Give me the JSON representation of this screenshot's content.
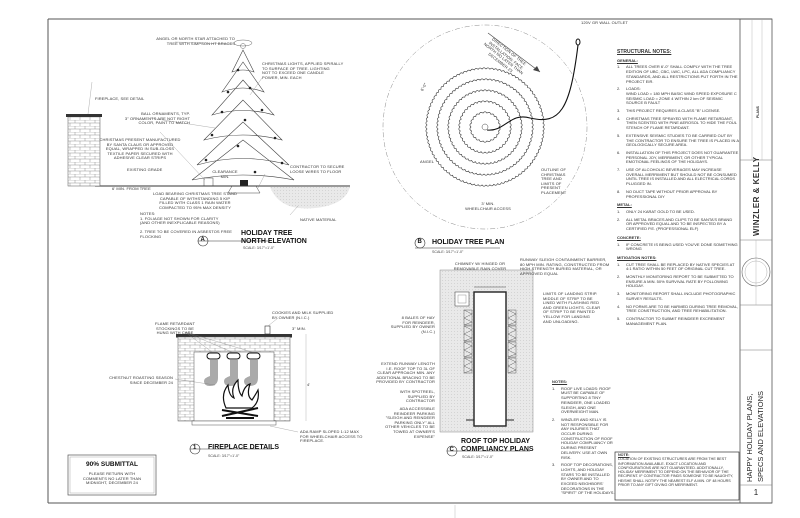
{
  "structural_notes": {
    "title": "STRUCTURAL NOTES:",
    "general_heading": "GENERAL:",
    "general": [
      "ALL TREES OVER 6'-0\" SHALL COMPLY WITH THE TREE EDITION OF UBC, CBC, LWC, LPC, ALL ADA COMPLIANCY STANDARDS, AND ALL RESTRICTIONS PUT FORTH IN THE PROJECT EIR.",
      "LOADS:\n  WIND LOAD = 180 MPH BASIC WIND SPEED EXPOSURE C\n  SEISMIC LOAD = ZONE 4 WITHIN 2 km OF SEISMIC SOURCE B FAULT",
      "THIS PROJECT REQUIRES A CLASS \"B\" LICENSE.",
      "CHRISTMAS TREE SPRAYED WITH FLAME RETARDANT, THEN SCENTED WITH PINE AEROSOL TO HIDE THE FOUL STENCH OF FLAME RETARDANT.",
      "EXTENSIVE SEISMIC STUDIES TO BE CARRIED OUT BY THE CONTRACTOR TO ENSURE THE TREE IS PLACED IN A GEOLOGICALLY SECURE AREA.",
      "INSTALLATION OF THIS PROJECT DOES NOT GUARANTEE PERSONAL JOY, MERRIMENT, OR OTHER TYPICAL EMOTIONAL FEELINGS OF THE HOLIDAYS.",
      "USE OF ALCOHOLIC BEVERAGES MAY INCREASE OVERALL MERRIMENT BUT SHOULD NOT BE CONSUMED UNTIL TREE IS INSTALLED AND ALL ELECTRICAL CORDS PLUGGED IN.",
      "NO DUCT TAPE WITHOUT PRIOR APPROVAL BY PROFESSIONAL DIY"
    ],
    "metal_heading": "METAL:",
    "metal": [
      "ONLY 24 KARAT GOLD TO BE USED.",
      "ALL METAL BRACES AND CLIPS TO BE SANTA'S BRAND OR APPROVED EQUAL AND TO BE INSPECTED BY A CERTIFIED P.E. (PROFESSIONAL ELF)"
    ],
    "concrete_heading": "CONCRETE:",
    "concrete": [
      "IF CONCRETE IS BEING USED YOU'VE DONE SOMETHING WRONG"
    ],
    "mitigation_heading": "MITIGATION NOTES:",
    "mitigation": [
      "CUT TREE SHALL BE REPLACED BY NATIVE SPECIES AT 4:1 RATIO WITHIN 50 FEET OF ORIGINAL CUT TREE.",
      "MONTHLY MONITORING REPORT TO BE SUBMITTED TO ENSURE A MIN. 50% SURVIVAL RATE BY FOLLOWING HOLIDAY.",
      "MONITORING REPORT SHALL INCLUDE PHOTOGRAPHIC SURVEY RESULTS.",
      "NO FORMS ARE TO BE HARMED DURING TREE REMOVAL, TREE CONSTRUCTION, AND TREE REHABILITATION.",
      "CONTRACTOR TO SUBMIT REINDEER EXCREMENT MANAGEMENT PLAN."
    ]
  },
  "box_note": {
    "heading": "NOTE:",
    "text": "LOCATION OF EXISTING STRUCTURES ARE FROM THE BEST INFORMATION AVAILABLE. EXACT LOCATION AND CONFIGURATIONS ARE NOT GUARANTEED. ADDITIONALLY, HOLIDAY MERRIMENT TO DEPEND ON THE BEHAVIOR OF THE RECIPIENT. IF CONTRACTOR FINDS SOMEONE TO BE NAUGHTY, HE/SHE SHALL NOTIFY THE NEAREST ELF A MIN. OF 48 HOURS PRIOR TO ANY GIFT GIVING OR MERRIMENT."
  },
  "roof_notes": {
    "heading": "NOTES:",
    "items": [
      "ROOF LIVE LOADS: ROOF MUST BE CAPABLE OF SUPPORTING 8 TINY REINDEER, ONE LOADED SLEIGH, AND ONE OVERWEIGHT MAN.",
      "WINZLER AND KELLY IS NOT RESPONSIBLE FOR ANY INJURIES THAT OCCUR DURING CONSTRUCTION OF ROOF HOLIDAY COMPLIANCY OR DURING PRESENT DELIVERY. USE AT OWN RISK.",
      "ROOF TOP DECORATIONS, LIGHTS, AND HOLIDAY STARS TO BE INSTALLED BY OWNER AND TO EXCEED NEIGHBORS' DECORATIONS IN THE \"SPIRIT\" OF THE HOLIDAYS."
    ]
  },
  "elevation": {
    "marker": "A",
    "title": "HOLIDAY TREE\nNORTH ELEVATION",
    "scale": "SCALE: 3/17\"=1'-0\"",
    "labels": {
      "angel": "ANGEL OR NORTH STAR ATTACHED TO\nTREE WITH SIMPSON HT BRACES",
      "lights": "CHRISTMAS LIGHTS, APPLIED SPIRALLY\nTO SURFACE OF TREE. LIGHTING\nNOT TO EXCEED ONE CANDLE\nPOWER, MIN. EACH",
      "fireplace": "FIREPLACE, SEE DETAIL",
      "ornaments": "BALL ORNAMENTS, TYP.\n3\" ORNAMENTS ARE NOT RIGHT\nCOLOR, PAINT TO MATCH",
      "present": "CHRISTMAS PRESENT MANUFACTURED\nBY SANTA CLAUS OR APPROVED\nEQUAL, WRAPPED IN SUB-GLOSS\nTEXTILE PAPER SECURED WITH\nADHESIVE CLEAR STRIPS",
      "grade": "EXISTING GRADE",
      "clearance": "CLEARANCE\nMIN.",
      "wires": "CONTRACTOR TO SECURE\nLOOSE WIRES TO FLOOR",
      "distance": "6' MIN. FROM TREE",
      "stand": "LOAD BEARING CHRISTMAS TREE STAND\nCAPABLE OF WITHSTANDING 5 KIP\nFILLED WITH CLASS 1 RAIN WATER\nCOMPACTED TO 95% MAX DENSITY",
      "native": "NATIVE MATERIAL",
      "notes": "NOTES:\n1.  FOLIAGE NOT SHOWN FOR CLARITY\n     (AND OTHER INEXPLICABLE REASONS)\n\n2.  TREE TO BE COVERED IN ASBESTOS FREE\n     FLOCKING"
    }
  },
  "tree_plan": {
    "marker": "B",
    "title": "HOLIDAY TREE PLAN",
    "scale": "SCALE: 3/17\"=1'-0\"",
    "labels": {
      "outlet": "120V GR WALL OUTLET",
      "direction": "DIRECTION OF TREE\nINSTALLATION: FACE\nNORTH NO LATER THAN\nDECEMBER 23",
      "radius": "6'-0\"",
      "angel": "ANGEL",
      "outline": "OUTLINE OF\nCHRISTMAS\nTREE AND\nLIMITS OF\nPRESENT\nPLACEMENT",
      "access": "3' MIN.\nWHEELCHAIR ACCESS"
    }
  },
  "roof_plan": {
    "marker": "C",
    "title": "ROOF TOP HOLIDAY\nCOMPLIANCY PLANS",
    "scale": "SCALE: 3/17\"=1'-0\"",
    "labels": {
      "chimney": "CHIMNEY W/ HINGED OR\nREMOVABLE RAIN COVER",
      "barrier": "RUNWAY SLEIGH CONTAINMENT BARRIER,\n80 MPH MIN. RATING, CONSTRUCTED FROM\nHIGH STRENGTH BURIED MATERIAL, OR\nAPPROVED EQUAL",
      "strip": "LIMITS OF LANDING STRIP.\nMIDDLE OF STRIP TO BE\nLINED WITH FLASHING RED\nAND GREEN LIGHTS. CLEAR\nOF STRIP TO BE PAINTED\nYELLOW FOR LANDING\nAND UNLOADING.",
      "hay": "8 BALES OF HAY\nFOR REINDEER,\nSUPPLIED BY OWNER\n(N.I.C.)",
      "runway": "EXTEND RUNWAY LENGTH\nI.E. ROOF TOP TO 3L OF\nCLEAR APPROACH MIN. ANY\nADDITIONAL BRACING TO BE\nPROVIDED BY CONTRACTOR",
      "spotreel": "WITH SPOTREEL,\nSUPPLIED BY\nCONTRACTOR",
      "parking": "ADA ACCESSIBLE\nREINDEER PARKING\n\"SLEIGH AND REINDEER\nPARKING ONLY\" ALL\nOTHER VEHICLES TO BE\nTOWED AT OWNER'S\nEXPENSE\""
    }
  },
  "fireplace": {
    "marker": "1",
    "title": "FIREPLACE DETAILS",
    "scale": "SCALE: 3/17\"=1'-0\"",
    "labels": {
      "stockings": "FLAME RETARDANT\nSTOCKINGS TO BE\nHUNG WITH CARE",
      "cookies": "COOKIES AND MILK SUPPLIED\nBY OWNER (N.I.C.)",
      "min": "3\" MIN.",
      "height": "4'",
      "chestnut": "CHESTNUT ROASTING SEASON\nSINCE DECEMBER 24",
      "ramp": "ADA RAMP SLOPED 1:12 MAX\nFOR WHEELCHAIR ACCESS TO\nFIREPLACE."
    }
  },
  "submittal_stamp": {
    "title": "90% SUBMITTAL",
    "text": "PLEASE RETURN WITH\nCOMMENTS NO LATER THAN\nMIDNIGHT, DECEMBER 24"
  },
  "title_block": {
    "firm": "WINZLER & KELLY",
    "status": "PLANS",
    "sheet_title_line1": "HAPPY HOLIDAY PLANS,",
    "sheet_title_line2": "SPECS AND ELEVATIONS",
    "sheet_number": "1"
  }
}
